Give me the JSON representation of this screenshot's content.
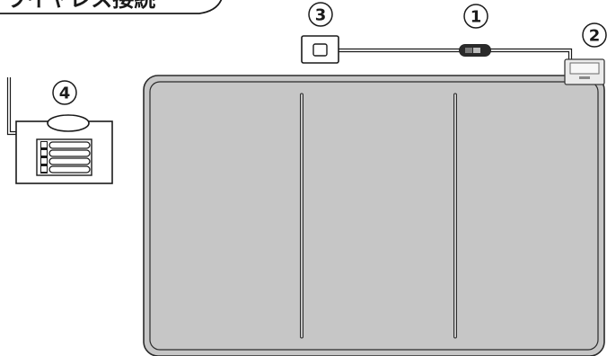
{
  "title": "ワイヤレス接続",
  "callouts": {
    "c1": "1",
    "c2": "2",
    "c3": "3",
    "c4": "4"
  },
  "colors": {
    "panel_fill": "#c6c6c6",
    "panel_stroke": "#2b2b2b",
    "line": "#1a1a1a",
    "switch_body": "#2a2a2a"
  }
}
